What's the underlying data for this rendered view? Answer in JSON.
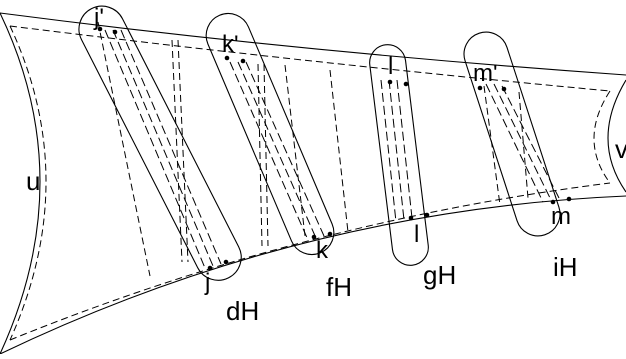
{
  "region_labels": {
    "left": "u",
    "right": "v"
  },
  "handle_labels": [
    "dH",
    "fH",
    "gH",
    "iH"
  ],
  "point_labels": {
    "j_top": "j'",
    "j_bottom": "j",
    "k_top": "k'",
    "k_bottom": "k",
    "l_top": "l",
    "l_bottom": "l",
    "m_top": "m'",
    "m_bottom": "m"
  }
}
